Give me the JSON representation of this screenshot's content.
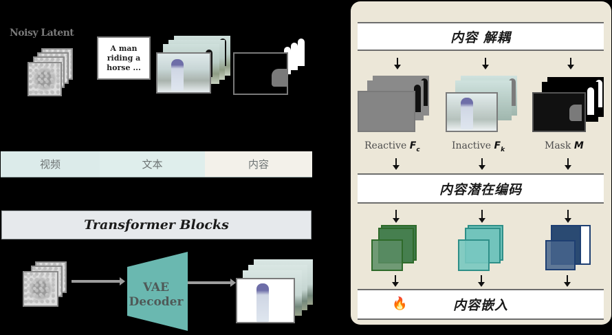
{
  "left": {
    "noisy_latent_label": "Noisy Latent",
    "prompt_text": "A man riding a horse ...",
    "token_bar": [
      {
        "label": "视频",
        "color": "#dcebea"
      },
      {
        "label": "文本",
        "color": "#dfeeec"
      },
      {
        "label": "内容",
        "color": "#f3f1ea"
      }
    ],
    "transformer_label": "Transformer Blocks",
    "vae_label_line1": "VAE",
    "vae_label_line2": "Decoder",
    "vae_color": "#6ab8b0"
  },
  "right": {
    "decouple_title": "内容 解耦",
    "encode_title": "内容潜在编码",
    "embed_title": "内容嵌入",
    "flame_icon": "🔥",
    "columns": [
      {
        "label": "Reactive",
        "symbol": "F",
        "subscript": "c",
        "latent_color": "#3f7a4a",
        "latent_border": "#2e6a2a"
      },
      {
        "label": "Inactive",
        "symbol": "F",
        "subscript": "k",
        "latent_color": "#6cc0b8",
        "latent_border": "#2e8f88"
      },
      {
        "label": "Mask",
        "symbol": "M",
        "subscript": "",
        "latent_color": "#2a4a72",
        "latent_border": "#1e3f72"
      }
    ],
    "panel_color": "#ece7d8"
  }
}
